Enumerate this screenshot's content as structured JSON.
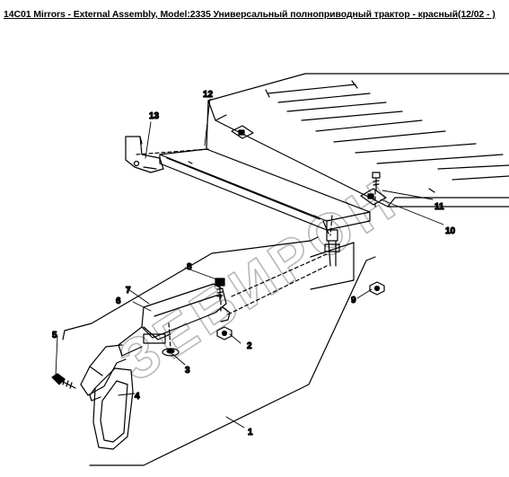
{
  "header": {
    "title": "14C01 Mirrors - External Assembly, Model:2335 Универсальный полноприводный трактор - красный(12/02 - )"
  },
  "watermark": {
    "text": "ЗЕБИРОН"
  },
  "callouts": [
    {
      "id": "callout-1",
      "label": "1"
    },
    {
      "id": "callout-2",
      "label": "2"
    },
    {
      "id": "callout-3",
      "label": "3"
    },
    {
      "id": "callout-4",
      "label": "4"
    },
    {
      "id": "callout-5",
      "label": "5"
    },
    {
      "id": "callout-6",
      "label": "6"
    },
    {
      "id": "callout-7",
      "label": "7"
    },
    {
      "id": "callout-8",
      "label": "8"
    },
    {
      "id": "callout-9",
      "label": "9"
    },
    {
      "id": "callout-10",
      "label": "10"
    },
    {
      "id": "callout-11",
      "label": "11"
    },
    {
      "id": "callout-12",
      "label": "12"
    },
    {
      "id": "callout-13",
      "label": "13"
    }
  ]
}
